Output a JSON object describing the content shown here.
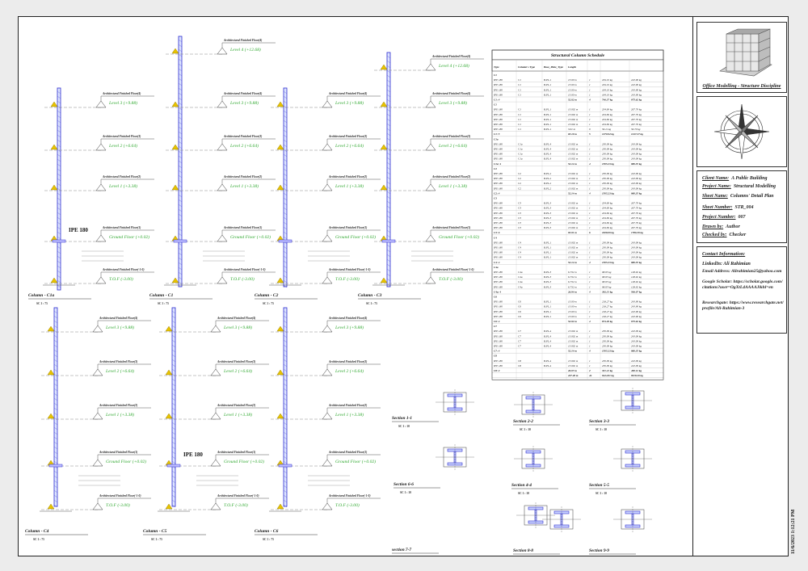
{
  "columns": [
    {
      "id": "c1a",
      "name": "Column - C1a",
      "scale": "SC 1 : 75",
      "profile": "IPE 180",
      "levels": [
        "Level 3 (+9.88)",
        "Level 2 (+6.64)",
        "Level 1 (+3.38)",
        "Ground Floor (+0.02)",
        "T.O.F (-3.00)"
      ]
    },
    {
      "id": "c1",
      "name": "Column - C1",
      "scale": "SC 1 : 75",
      "profile": "",
      "levels": [
        "Level 4 (+12.68)",
        "Level 3 (+9.88)",
        "Level 2 (+6.64)",
        "Level 1 (+3.38)",
        "Ground Floor (+0.02)",
        "T.O.F (-3.00)"
      ]
    },
    {
      "id": "c2",
      "name": "Column - C2",
      "scale": "SC 1 : 75",
      "profile": "",
      "levels": [
        "Level 3 (+9.88)",
        "Level 2 (+6.64)",
        "Level 1 (+3.38)",
        "Ground Floor (+0.02)",
        "T.O.F (-3.00)"
      ]
    },
    {
      "id": "c3",
      "name": "Column - C3",
      "scale": "SC 1 : 75",
      "profile": "",
      "levels": [
        "Level 4 (+12.68)",
        "Level 3 (+9.88)",
        "Level 2 (+6.64)",
        "Level 1 (+3.38)",
        "Ground Floor (+0.02)",
        "T.O.F (-3.00)"
      ]
    },
    {
      "id": "c4",
      "name": "Column - C4",
      "scale": "SC 1 : 75",
      "profile": "",
      "levels": [
        "Level 3 (+9.88)",
        "Level 2 (+6.64)",
        "Level 1 (+3.38)",
        "Ground Floor (+0.02)",
        "T.O.F (-3.00)"
      ]
    },
    {
      "id": "c5",
      "name": "Column - C5",
      "scale": "SC 1 : 75",
      "profile": "IPE 180",
      "levels": [
        "Level 3 (+9.88)",
        "Level 2 (+6.64)",
        "Level 1 (+3.38)",
        "Ground Floor (+0.02)",
        "T.O.F (-3.00)"
      ]
    },
    {
      "id": "c6",
      "name": "Column - C6",
      "scale": "SC 1 : 75",
      "profile": "",
      "levels": [
        "Level 3 (+9.88)",
        "Level 2 (+6.64)",
        "Level 1 (+3.38)",
        "Ground Floor (+0.02)",
        "T.O.F (-3.00)"
      ]
    }
  ],
  "floor_tags": [
    "Architectural Finished Floor(4)",
    "Architectural Finished Floor(3)",
    "Architectural Finished Floor(2)",
    "Architectural Finished Floor(1)",
    "Architectural Finished Floor(-1-0)"
  ],
  "sections": [
    {
      "name": "Section 1-1",
      "scale": "SC 1 : 10"
    },
    {
      "name": "Section 2-2",
      "scale": "SC 1 : 10"
    },
    {
      "name": "Section 3-3",
      "scale": "SC 1 : 10"
    },
    {
      "name": "Section 6-6",
      "scale": "SC 1 : 10"
    },
    {
      "name": "Section 4-4",
      "scale": "SC 1 : 10"
    },
    {
      "name": "Section 5-5",
      "scale": "SC 1 : 10"
    },
    {
      "name": "section 7-7",
      "scale": "SC 1 : 10"
    },
    {
      "name": "Section 8-8",
      "scale": "SC 1 : 10"
    },
    {
      "name": "Section 9-9",
      "scale": "SC 1 : 10"
    }
  ],
  "schedule": {
    "title": "Structural Column Schedule",
    "headers": [
      "Type",
      "Column's Type",
      "Base_Plate_Type",
      "Length",
      "",
      "",
      ""
    ],
    "groups": [
      {
        "label": "C1",
        "rows": [
          [
            "IPE 180",
            "C1",
            "B.PL.1",
            "13.00 m",
            "1",
            "184.19 kg",
            "243.90 kg"
          ],
          [
            "IPE 180",
            "C1",
            "B.PL.1",
            "13.00 m",
            "1",
            "184.19 kg",
            "243.90 kg"
          ],
          [
            "IPE 180",
            "C1",
            "B.PL.1",
            "13.00 m",
            "1",
            "184.19 kg",
            "243.90 kg"
          ],
          [
            "IPE 180",
            "C1",
            "B.PL.1",
            "13.00 m",
            "1",
            "184.19 kg",
            "243.90 kg"
          ]
        ],
        "total": [
          "C1: 4",
          "",
          "",
          "52.02 m",
          "4",
          "746.37 kg",
          "975.62 kg"
        ]
      },
      {
        "label": "C1",
        "rows": [
          [
            "IPE 180",
            "C1",
            "B.PL.1",
            "13.002 m",
            "1",
            "204.69 kg",
            "267.79 kg"
          ],
          [
            "IPE 180",
            "C1",
            "B.PL.1",
            "13.002 m",
            "1",
            "204.69 kg",
            "267.79 kg"
          ],
          [
            "IPE 180",
            "C1",
            "B.PL.1",
            "13.002 m",
            "1",
            "204.69 kg",
            "267.79 kg"
          ],
          [
            "IPE 180",
            "C1",
            "B.PL.1",
            "13.002 m",
            "1",
            "204.69 kg",
            "267.79 kg"
          ],
          [
            "IPE 180",
            "C1",
            "B.PL.1",
            "3.01 m",
            "0",
            "56.11 kg",
            "56.70 kg"
          ]
        ],
        "total": [
          "C1: 5",
          "",
          "",
          "65.10 m",
          "5",
          "1270.92 kg",
          "1247.27 kg"
        ]
      },
      {
        "label": "C1a",
        "rows": [
          [
            "IPE 180",
            "C1a",
            "B.PL.4",
            "13.002 m",
            "1",
            "230.09 kg",
            "243.09 kg"
          ],
          [
            "IPE 180",
            "C1a",
            "B.PL.4",
            "13.002 m",
            "1",
            "230.09 kg",
            "243.09 kg"
          ],
          [
            "IPE 180",
            "C1a",
            "B.PL.4",
            "13.002 m",
            "1",
            "230.09 kg",
            "243.09 kg"
          ],
          [
            "IPE 180",
            "C1a",
            "B.PL.4",
            "13.002 m",
            "1",
            "230.09 kg",
            "243.09 kg"
          ]
        ],
        "total": [
          "C1a: 4",
          "",
          "",
          "52.14 m",
          "4",
          "1505.23 kg",
          "980.35 kg"
        ]
      },
      {
        "label": "C2",
        "rows": [
          [
            "IPE 180",
            "C2",
            "B.PL.2",
            "13.002 m",
            "1",
            "230.09 kg",
            "243.09 kg"
          ],
          [
            "IPE 180",
            "C2",
            "B.PL.2",
            "13.002 m",
            "1",
            "230.09 kg",
            "243.09 kg"
          ],
          [
            "IPE 180",
            "C2",
            "B.PL.2",
            "13.002 m",
            "1",
            "230.09 kg",
            "243.09 kg"
          ],
          [
            "IPE 180",
            "C2",
            "B.PL.2",
            "13.002 m",
            "1",
            "230.09 kg",
            "243.09 kg"
          ]
        ],
        "total": [
          "C2: 4",
          "",
          "",
          "52.14 m",
          "4",
          "1505.23 kg",
          "980.35 kg"
        ]
      },
      {
        "label": "C3",
        "rows": [
          [
            "IPE 180",
            "C3",
            "B.PL.3",
            "13.002 m",
            "1",
            "204.69 kg",
            "267.79 kg"
          ],
          [
            "IPE 180",
            "C3",
            "B.PL.3",
            "13.002 m",
            "1",
            "204.69 kg",
            "267.79 kg"
          ],
          [
            "IPE 180",
            "C3",
            "B.PL.3",
            "13.002 m",
            "1",
            "204.69 kg",
            "267.79 kg"
          ],
          [
            "IPE 180",
            "C3",
            "B.PL.3",
            "13.002 m",
            "1",
            "204.69 kg",
            "267.79 kg"
          ],
          [
            "IPE 180",
            "C3",
            "B.PL.3",
            "13.002 m",
            "1",
            "204.69 kg",
            "267.79 kg"
          ],
          [
            "IPE 180",
            "C3",
            "B.PL.3",
            "13.002 m",
            "1",
            "204.69 kg",
            "267.79 kg"
          ]
        ],
        "total": [
          "C3: 6",
          "",
          "",
          "93.01 m",
          "6",
          "1828.09 kg",
          "1786.39 kg"
        ]
      },
      {
        "label": "C4",
        "rows": [
          [
            "IPE 180",
            "C4",
            "B.PL.1",
            "13.002 m",
            "1",
            "230.09 kg",
            "243.09 kg"
          ],
          [
            "IPE 180",
            "C4",
            "B.PL.1",
            "13.002 m",
            "1",
            "230.09 kg",
            "243.09 kg"
          ],
          [
            "IPE 180",
            "C4",
            "B.PL.1",
            "13.002 m",
            "1",
            "230.09 kg",
            "243.09 kg"
          ],
          [
            "IPE 180",
            "C4",
            "B.PL.1",
            "13.002 m",
            "1",
            "230.09 kg",
            "243.09 kg"
          ]
        ],
        "total": [
          "C4: 4",
          "",
          "",
          "52.14 m",
          "4",
          "1505.23 kg",
          "980.35 kg"
        ]
      },
      {
        "label": "C4a",
        "rows": [
          [
            "IPE 180",
            "C4a",
            "B.PL.3",
            "6.732 m",
            "1",
            "98.05 kg",
            "128.92 kg"
          ],
          [
            "IPE 180",
            "C4a",
            "B.PL.3",
            "6.732 m",
            "1",
            "98.05 kg",
            "128.92 kg"
          ],
          [
            "IPE 180",
            "C4a",
            "B.PL.3",
            "6.732 m",
            "1",
            "98.05 kg",
            "128.92 kg"
          ],
          [
            "IPE 180",
            "C4a",
            "B.PL.3",
            "6.732 m",
            "1",
            "98.05 kg",
            "128.92 kg"
          ]
        ],
        "total": [
          "C4a: 4",
          "",
          "",
          "26.94 m",
          "4",
          "392.31 kg",
          "506.07 kg"
        ]
      },
      {
        "label": "C6",
        "rows": [
          [
            "IPE 180",
            "C6",
            "B.PL.1",
            "13.00 m",
            "1",
            "218.27 kg",
            "243.90 kg"
          ],
          [
            "IPE 180",
            "C6",
            "B.PL.1",
            "13.00 m",
            "1",
            "218.27 kg",
            "243.90 kg"
          ],
          [
            "IPE 180",
            "C6",
            "B.PL.1",
            "13.00 m",
            "1",
            "218.27 kg",
            "243.90 kg"
          ],
          [
            "IPE 180",
            "C6",
            "B.PL.1",
            "13.00 m",
            "1",
            "218.27 kg",
            "243.90 kg"
          ]
        ],
        "total": [
          "C6: 4",
          "",
          "",
          "52.02 m",
          "4",
          "874.29 kg",
          "975.62 kg"
        ]
      },
      {
        "label": "C7",
        "rows": [
          [
            "IPE 180",
            "C7",
            "B.PL.4",
            "13.002 m",
            "1",
            "230.09 kg",
            "243.09 kg"
          ],
          [
            "IPE 180",
            "C7",
            "B.PL.4",
            "13.002 m",
            "1",
            "230.09 kg",
            "243.09 kg"
          ],
          [
            "IPE 180",
            "C7",
            "B.PL.4",
            "13.002 m",
            "1",
            "230.09 kg",
            "243.09 kg"
          ],
          [
            "IPE 180",
            "C7",
            "B.PL.4",
            "13.002 m",
            "1",
            "230.09 kg",
            "243.09 kg"
          ]
        ],
        "total": [
          "C7: 4",
          "",
          "",
          "52.14 m",
          "4",
          "1505.23 kg",
          "980.35 kg"
        ]
      },
      {
        "label": "C8",
        "rows": [
          [
            "IPE 180",
            "C8",
            "B.PL.4",
            "13.002 m",
            "1",
            "230.09 kg",
            "243.09 kg"
          ],
          [
            "IPE 180",
            "C8",
            "B.PL.4",
            "13.002 m",
            "1",
            "230.09 kg",
            "243.09 kg"
          ]
        ],
        "total": [
          "C8: 2",
          "",
          "",
          "26.07 m",
          "2",
          "331.41 kg",
          "490.12 kg"
        ]
      }
    ],
    "grand_total": [
      "",
      "",
      "",
      "227.28 m",
      "44",
      "9424.81 kg",
      "9918.20 kg"
    ]
  },
  "titleblock": {
    "render_caption": "Office Modelling - Structure Discipline",
    "client_label": "Client Name:",
    "client": "A Public Building",
    "project_label": "Project Name:",
    "project": "Structural Modelling",
    "sheet_label": "Sheet Name:",
    "sheet": "Columns' Detail Plan",
    "sheet_number_label": "Sheet Number:",
    "sheet_number": "STR_004",
    "project_number_label": "Project Number:",
    "project_number": "007",
    "drawn_label": "Drawn by:",
    "drawn": "Author",
    "checked_label": "Checked by:",
    "checked": "Checker",
    "contact_title": "Contact Information:",
    "linkedin": "LinkedIn: Ali Rahimian",
    "email": "Email Address: Alirahimian25@yahoo.com",
    "scholar": "Google Scholar: https://scholar.google.com/citations?user=OgXtL4AAAAJ&hl=en",
    "researchgate": "Researchgate: https://www.researchgate.net/profile/Ali-Rahimian-3"
  },
  "stamp": "11/6/2023 1:12:21 PM"
}
